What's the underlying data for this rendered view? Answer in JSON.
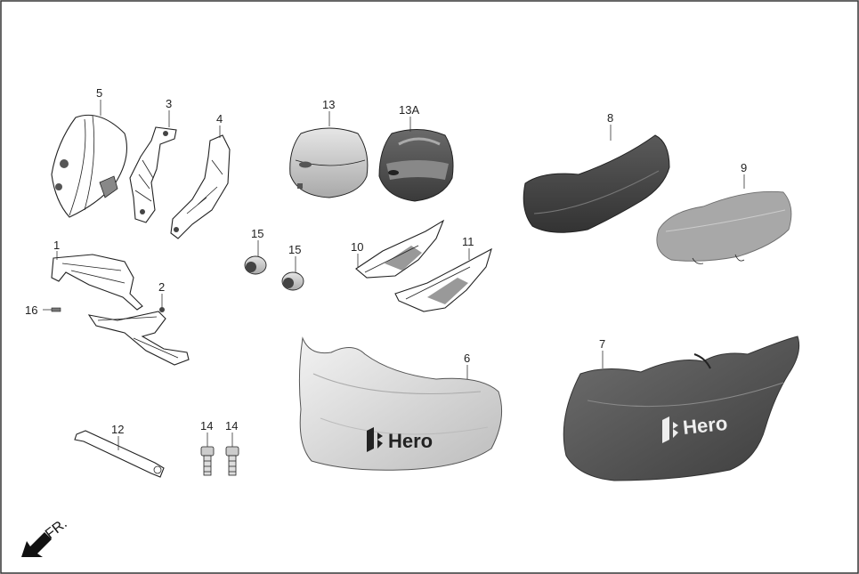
{
  "labels": {
    "p1": "1",
    "p2": "2",
    "p3": "3",
    "p4": "4",
    "p5": "5",
    "p6": "6",
    "p7": "7",
    "p8": "8",
    "p9": "9",
    "p10": "10",
    "p11": "11",
    "p12": "12",
    "p13": "13",
    "p13a": "13A",
    "p14a": "14",
    "p14b": "14",
    "p15a": "15",
    "p15b": "15",
    "p16": "16"
  },
  "brand_text": {
    "cover_light": "Hero",
    "cover_dark": "Hero"
  },
  "direction_label": "FR.",
  "colors": {
    "frame": "#333333",
    "dark_part": "#4a4a4a",
    "light_part": "#d9d9d9"
  }
}
